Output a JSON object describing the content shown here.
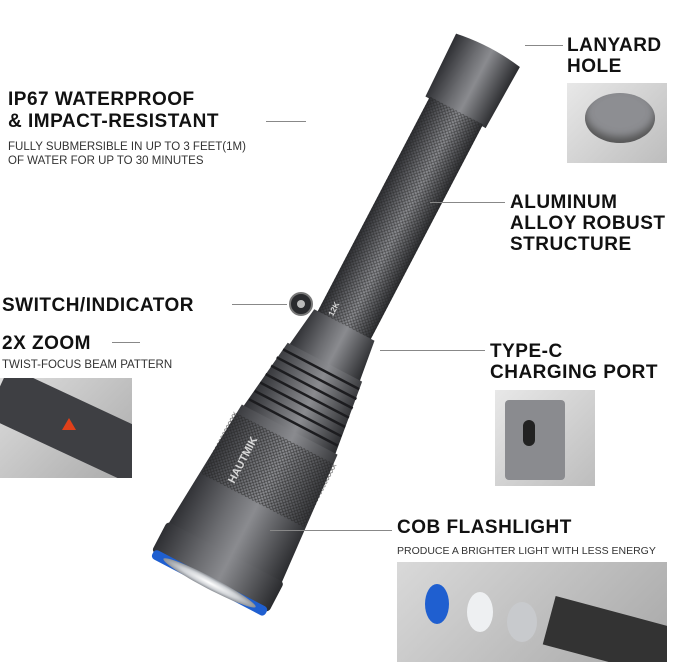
{
  "features": {
    "lanyard": {
      "title_1": "LANYARD",
      "title_2": "HOLE"
    },
    "waterproof": {
      "title_1": "IP67 WATERPROOF",
      "title_2": "& IMPACT-RESISTANT",
      "desc_1": "FULLY SUBMERSIBLE IN UP TO 3 FEET(1M)",
      "desc_2": "OF WATER FOR UP TO 30 MINUTES"
    },
    "aluminum": {
      "title_1": "ALUMINUM",
      "title_2": "ALLOY ROBUST",
      "title_3": "STRUCTURE"
    },
    "switch": {
      "title": "SWITCH/INDICATOR"
    },
    "zoom": {
      "title": "2X ZOOM",
      "desc": "TWIST-FOCUS BEAM PATTERN"
    },
    "typec": {
      "title_1": "TYPE-C",
      "title_2": "CHARGING PORT"
    },
    "cob": {
      "title": "COB FLASHLIGHT",
      "desc": "PRODUCE A BRIGHTER LIGHT WITH LESS ENERGY"
    }
  },
  "product": {
    "brand_mark": "HAUTMIK",
    "model_mark": "12K"
  },
  "colors": {
    "body": "#4a4b4f",
    "bezel_ring": "#1f5fd0",
    "text": "#111111"
  }
}
